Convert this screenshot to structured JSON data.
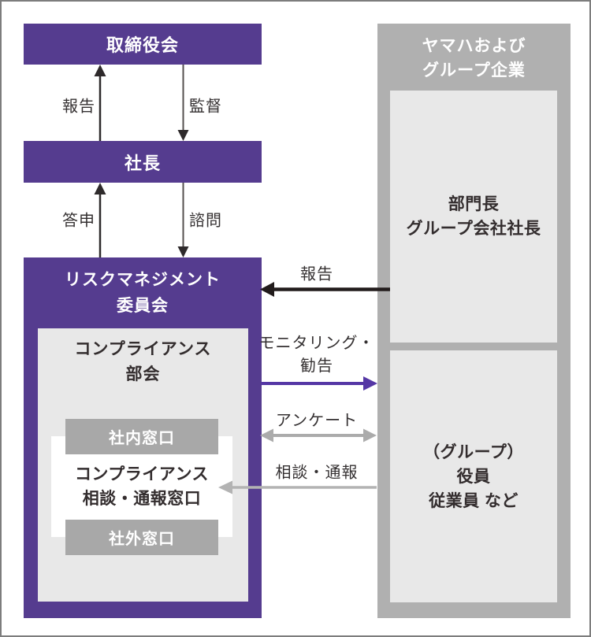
{
  "diagram": "risk-management-compliance-structure",
  "colors": {
    "node_purple": "#553c8f",
    "arrow_purple": "#5537a5",
    "panel_gray": "#b0b0b0",
    "panel_light_gray": "#e8e8e8",
    "bar_gray": "#a8a8a8",
    "arrow_black": "#221c1c",
    "arrow_gray": "#ababab",
    "text_dark": "#332d2e",
    "text_white": "#ffffff"
  },
  "nodes": {
    "board": {
      "label": "取締役会"
    },
    "president": {
      "label": "社長"
    },
    "risk_committee": {
      "lines": [
        "リスクマネジメント",
        "委員会"
      ]
    },
    "compliance_subcommittee": {
      "lines": [
        "コンプライアンス",
        "部会"
      ]
    },
    "internal_desk": {
      "label": "社内窓口"
    },
    "compliance_desk": {
      "lines": [
        "コンプライアンス",
        "相談・通報窓口"
      ]
    },
    "external_desk": {
      "label": "社外窓口"
    },
    "yamaha_group": {
      "lines": [
        "ヤマハおよび",
        "グループ企業"
      ]
    },
    "division_heads": {
      "lines": [
        "部門長",
        "グループ会社社長"
      ]
    },
    "group_members": {
      "lines": [
        "（グループ）",
        "役員",
        "従業員 など"
      ]
    }
  },
  "edges": {
    "report_to_board": {
      "label": "報告"
    },
    "supervise": {
      "label": "監督"
    },
    "reply": {
      "label": "答申"
    },
    "consult": {
      "label": "諮問"
    },
    "report_from_group": {
      "label": "報告"
    },
    "monitoring": {
      "lines": [
        "モニタリング・",
        "勧告"
      ]
    },
    "survey": {
      "label": "アンケート"
    },
    "consult_report": {
      "label": "相談・通報"
    }
  }
}
